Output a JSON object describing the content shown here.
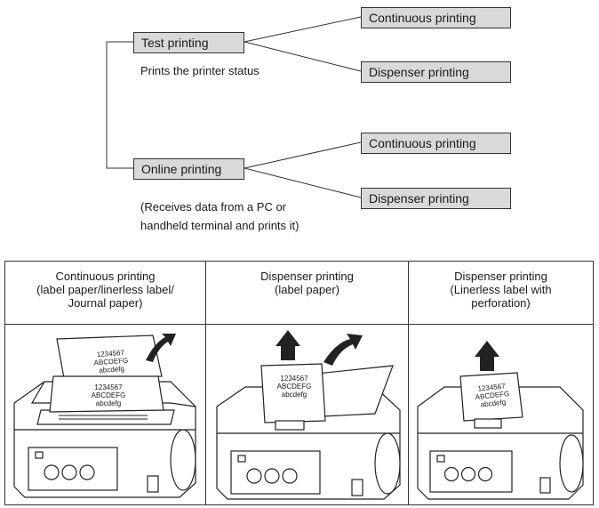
{
  "tree": {
    "test": {
      "label": "Test printing",
      "note": "Prints the printer status",
      "children": [
        "Continuous printing",
        "Dispenser printing"
      ]
    },
    "online": {
      "label": "Online printing",
      "note_line1": "(Receives data from a PC or",
      "note_line2": "handheld terminal and prints it)",
      "children": [
        "Continuous printing",
        "Dispenser printing"
      ]
    }
  },
  "table": {
    "columns": [
      {
        "header": "Continuous printing\n(label paper/linerless label/\nJournal paper)",
        "label_lines": [
          "1234567",
          "ABCDEFG",
          "abcdefg",
          "1234567",
          "ABCDEFG",
          "abcdefg"
        ]
      },
      {
        "header": "Dispenser printing\n(label paper)",
        "label_lines": [
          "1234567",
          "ABCDEFG",
          "abcdefg"
        ]
      },
      {
        "header": "Dispenser printing\n(Linerless label with\nperforation)",
        "label_lines": [
          "1234567",
          "ABCDEFG",
          "abcdefg"
        ]
      }
    ]
  }
}
